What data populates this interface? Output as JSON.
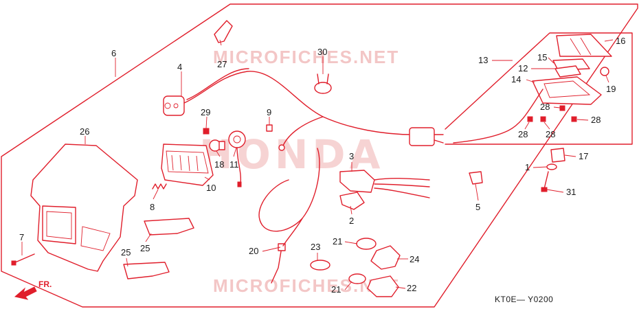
{
  "diagram": {
    "watermark_top": "MICROFICHES.NET",
    "watermark_bottom": "MICROFICHES.NET",
    "watermark_brand": "HONDA",
    "direction_label": "FR.",
    "drawing_code": "KT0E— Y0200",
    "callouts": {
      "c1": "1",
      "c2": "2",
      "c3": "3",
      "c4": "4",
      "c5": "5",
      "c6": "6",
      "c7": "7",
      "c8": "8",
      "c9": "9",
      "c10": "10",
      "c11": "11",
      "c12": "12",
      "c13": "13",
      "c14": "14",
      "c15": "15",
      "c16": "16",
      "c17": "17",
      "c18": "18",
      "c19": "19",
      "c20": "20",
      "c21a": "21",
      "c21b": "21",
      "c22": "22",
      "c23": "23",
      "c24": "24",
      "c25a": "25",
      "c25b": "25",
      "c26": "26",
      "c27": "27",
      "c28a": "28",
      "c28b": "28",
      "c28c": "28",
      "c28d": "28",
      "c29": "29",
      "c30": "30",
      "c31": "31"
    }
  }
}
